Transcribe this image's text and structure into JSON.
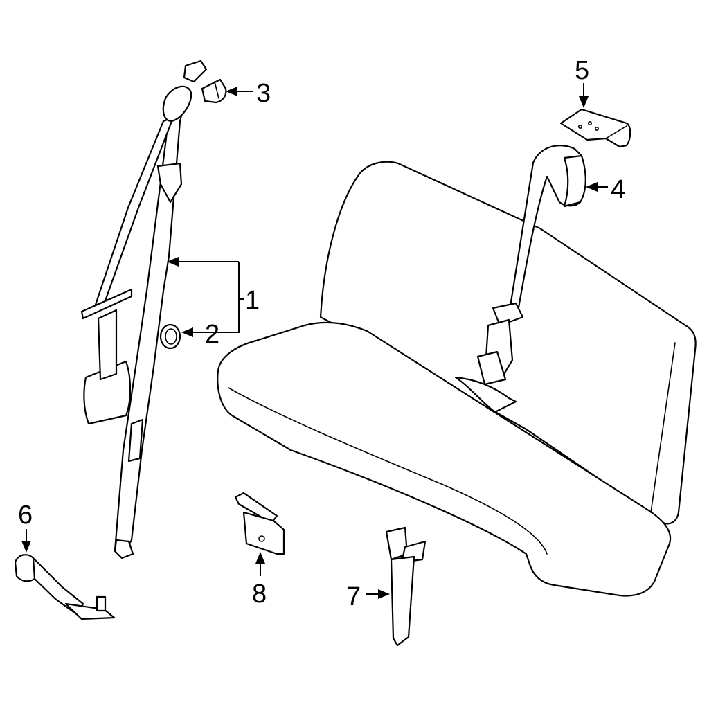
{
  "diagram": {
    "callouts": {
      "c1": "1",
      "c2": "2",
      "c3": "3",
      "c4": "4",
      "c5": "5",
      "c6": "6",
      "c7": "7",
      "c8": "8"
    },
    "colors": {
      "line": "#000000",
      "fill": "#ffffff"
    }
  }
}
